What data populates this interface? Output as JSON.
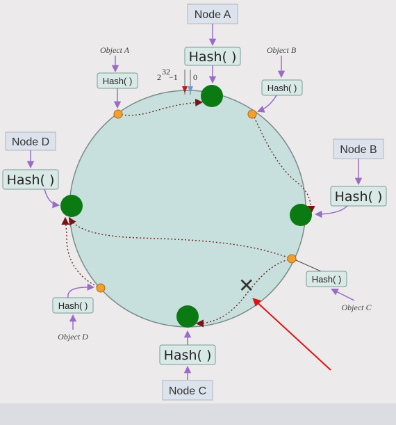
{
  "nodes": {
    "a": {
      "label": "Node A",
      "hash": "Hash( )"
    },
    "b": {
      "label": "Node B",
      "hash": "Hash( )"
    },
    "c": {
      "label": "Node C",
      "hash": "Hash( )"
    },
    "d": {
      "label": "Node D",
      "hash": "Hash( )"
    }
  },
  "objects": {
    "a": {
      "label": "Object A",
      "hash": "Hash( )"
    },
    "b": {
      "label": "Object B",
      "hash": "Hash( )"
    },
    "c": {
      "label": "Object C",
      "hash": "Hash( )"
    },
    "d": {
      "label": "Object D",
      "hash": "Hash( )"
    }
  },
  "ring_marker": {
    "max_label": "2",
    "max_exp": "32",
    "max_suffix": "−1",
    "zero_label": "0"
  },
  "removed_mark": "✕",
  "colors": {
    "ring_fill": "#c7dfdd",
    "node_dot": "#0b7a12",
    "object_dot": "#f0a030",
    "arrow_purple": "#9a6cc8",
    "path_dashed": "#6a2a18",
    "highlight_arrow": "#e01010",
    "box_fill": "#d9e9e6",
    "node_box_fill": "#dde3ec"
  }
}
